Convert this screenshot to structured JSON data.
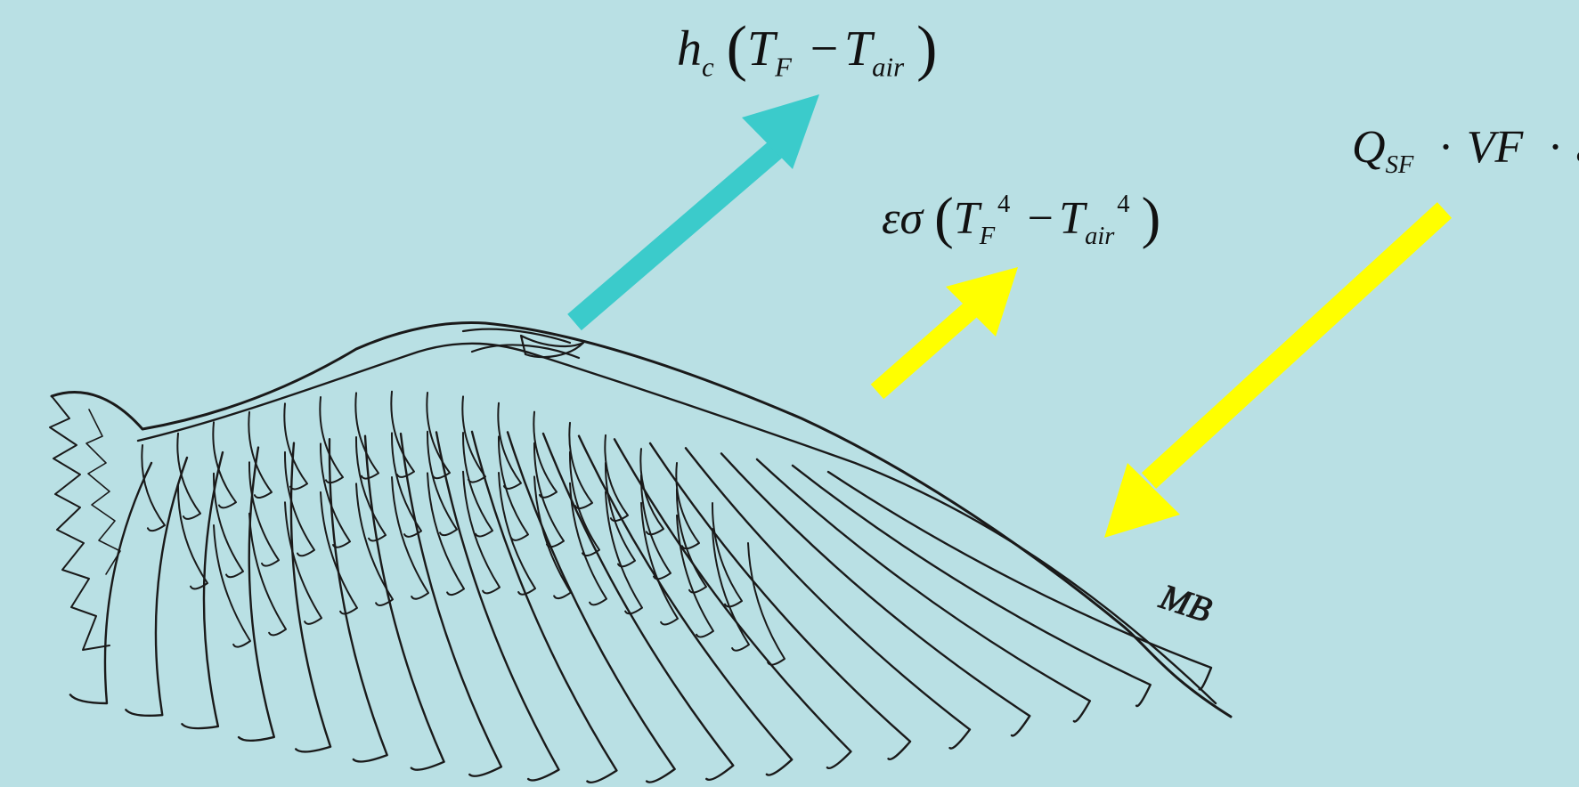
{
  "colors": {
    "background": "#b9e0e4",
    "convection_arrow": "#3bcbcb",
    "radiation_arrow": "#ffff00",
    "solar_arrow": "#ffff00",
    "sketch_ink": "#1a1a1a"
  },
  "equations": {
    "convection": {
      "coef": "h",
      "coef_sub": "c",
      "open": "(",
      "t1": "T",
      "t1_sub": "F",
      "minus": "−",
      "t2": "T",
      "t2_sub": "air",
      "close": ")"
    },
    "radiation": {
      "prefix": "εσ",
      "open": "(",
      "t1": "T",
      "t1_sub": "F",
      "t1_sup": "4",
      "minus": "−",
      "t2": "T",
      "t2_sub": "air",
      "t2_sup": "4",
      "close": ")"
    },
    "solar": {
      "q": "Q",
      "q_sub": "SF",
      "dot1": "·",
      "vf": "VF",
      "dot2": "·",
      "eps": "ε"
    }
  },
  "arrows": [
    {
      "name": "convection-arrow",
      "direction": "outward",
      "meaning": "convective heat loss"
    },
    {
      "name": "radiation-arrow",
      "direction": "outward",
      "meaning": "radiative heat loss"
    },
    {
      "name": "solar-arrow",
      "direction": "inward",
      "meaning": "absorbed solar radiation"
    }
  ],
  "signature": "MB"
}
